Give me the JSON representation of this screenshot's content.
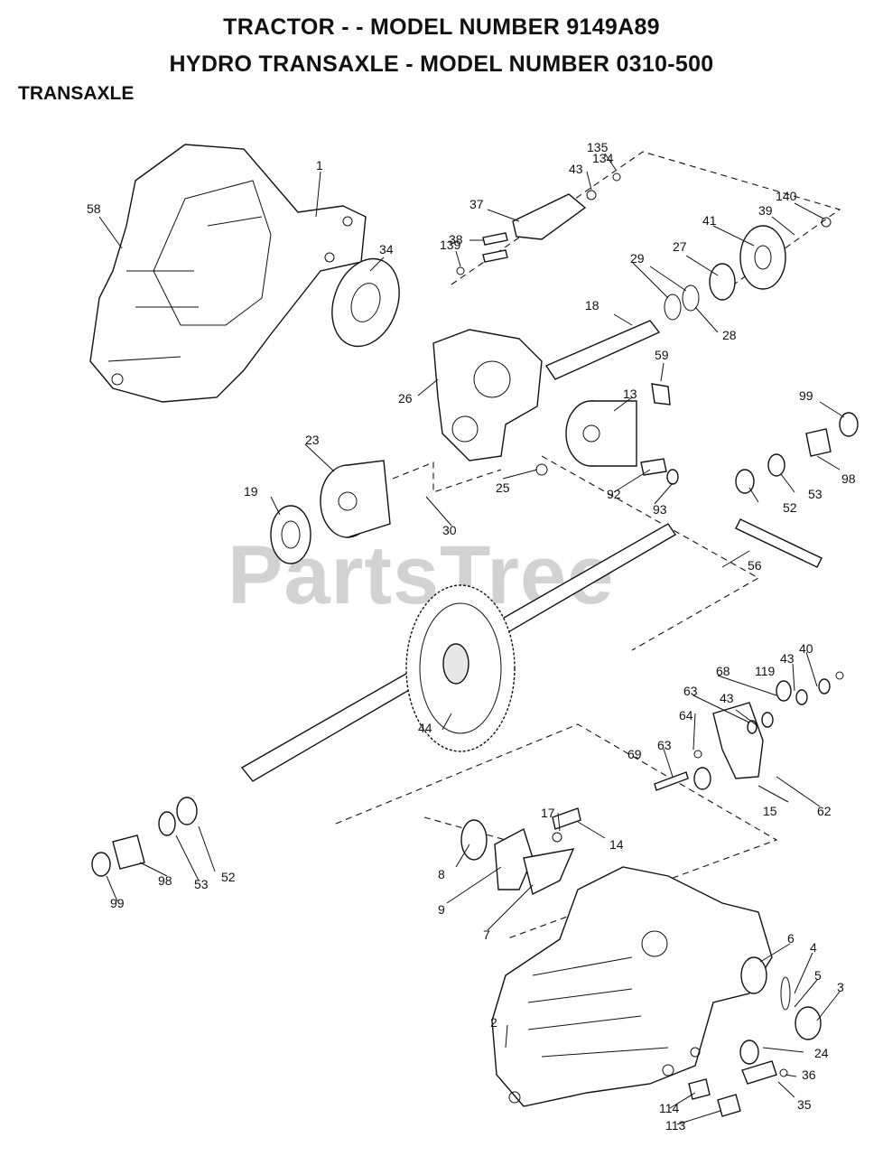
{
  "header": {
    "line1": "TRACTOR - - MODEL NUMBER 9149A89",
    "line2": "HYDRO TRANSAXLE  - MODEL NUMBER 0310-500",
    "section": "TRANSAXLE"
  },
  "watermark": "PartsTree",
  "callouts": [
    "1",
    "58",
    "34",
    "135",
    "43",
    "134",
    "37",
    "38",
    "139",
    "140",
    "39",
    "41",
    "27",
    "29",
    "18",
    "28",
    "59",
    "26",
    "13",
    "99",
    "23",
    "19",
    "25",
    "92",
    "93",
    "52",
    "53",
    "98",
    "30",
    "56",
    "44",
    "43",
    "40",
    "68",
    "119",
    "63",
    "43",
    "64",
    "63",
    "69",
    "15",
    "62",
    "17",
    "14",
    "8",
    "9",
    "7",
    "52",
    "53",
    "98",
    "99",
    "6",
    "4",
    "5",
    "3",
    "2",
    "24",
    "36",
    "114",
    "35",
    "113"
  ]
}
